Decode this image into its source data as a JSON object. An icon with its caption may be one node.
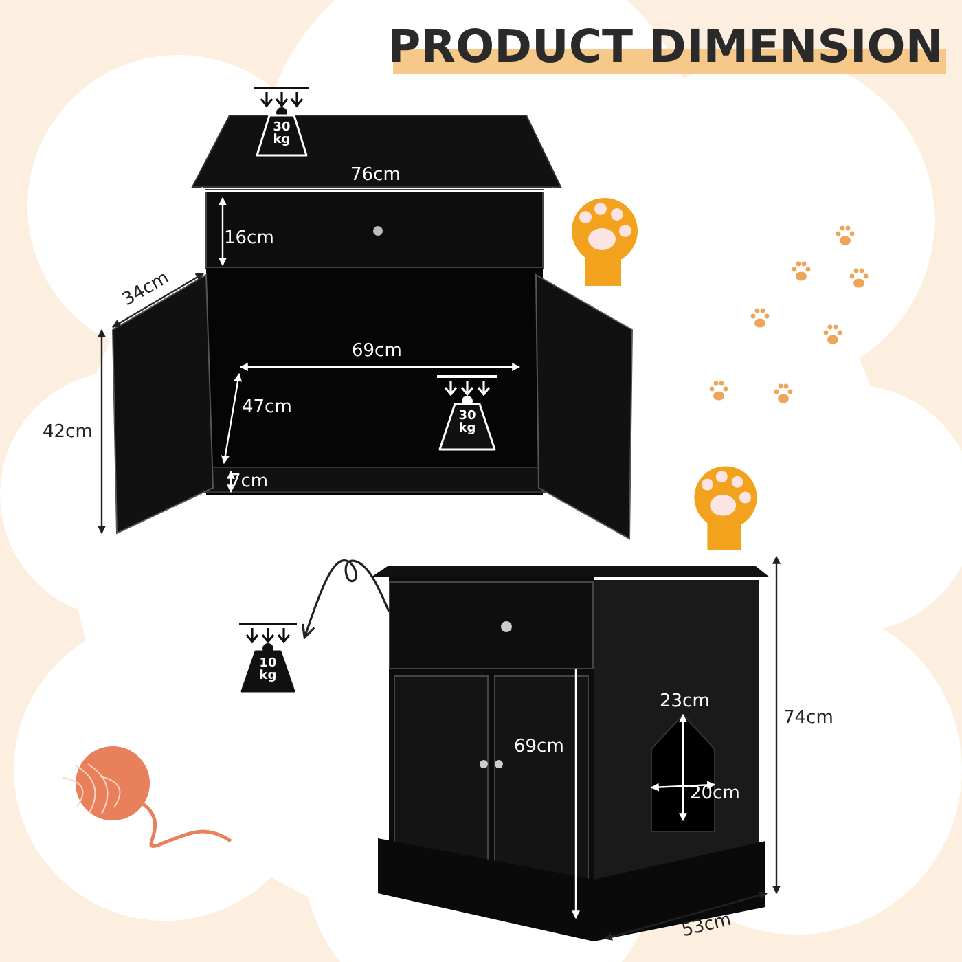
{
  "diagram": {
    "title": "PRODUCT DIMENSION",
    "nodes": [
      {
        "text": [
          "30 kg"
        ]
      },
      {
        "text": [
          "30 kg"
        ]
      },
      {
        "text": [
          "10 kg"
        ]
      },
      {
        "text": [],
        "shape": "box"
      }
    ],
    "edges": [
      {
        "from": 3,
        "to": 2,
        "arrow": "to"
      }
    ],
    "labels": [
      "76cm",
      "16cm",
      "34cm",
      "69cm",
      "47cm",
      "42cm",
      "7cm",
      "23cm",
      "74cm",
      "69cm",
      "20cm",
      "53cm"
    ]
  }
}
